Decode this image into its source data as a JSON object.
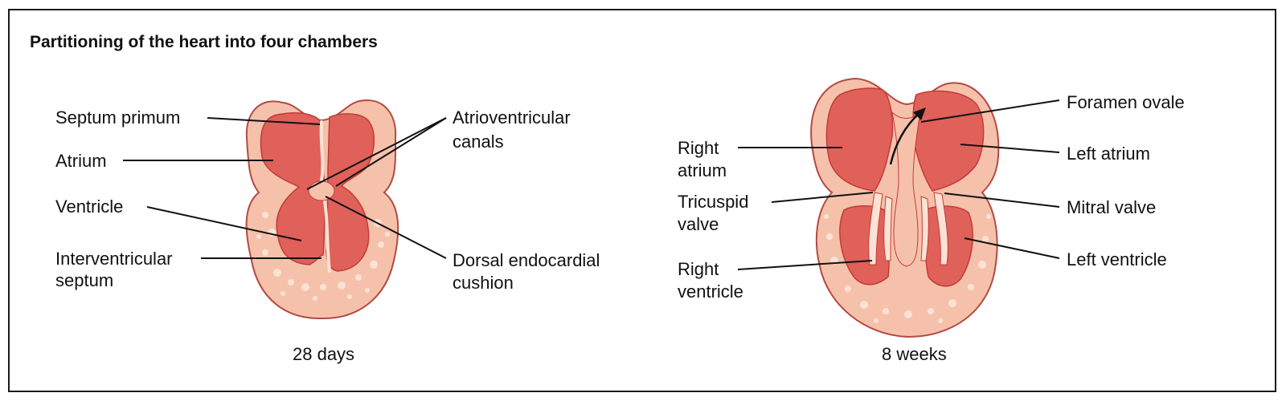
{
  "title": "Partitioning of the heart into four chambers",
  "colors": {
    "tissue": "#f6c1ab",
    "tissue_outline": "#b24a43",
    "chamber": "#e0605a",
    "chamber_dark": "#c23c36",
    "valve": "#fbe2d4",
    "line": "#111111"
  },
  "panel_28_days": {
    "caption": "28 days",
    "labels": {
      "septum_primum": "Septum primum",
      "atrium": "Atrium",
      "ventricle": "Ventricle",
      "interventricular_septum_line1": "Interventricular",
      "interventricular_septum_line2": "septum",
      "av_canals_line1": "Atrioventricular",
      "av_canals_line2": "canals",
      "dorsal_cushion_line1": "Dorsal endocardial",
      "dorsal_cushion_line2": "cushion"
    }
  },
  "panel_8_weeks": {
    "caption": "8 weeks",
    "labels": {
      "right_atrium_line1": "Right",
      "right_atrium_line2": "atrium",
      "tricuspid_line1": "Tricuspid",
      "tricuspid_line2": "valve",
      "right_ventricle_line1": "Right",
      "right_ventricle_line2": "ventricle",
      "foramen_ovale": "Foramen ovale",
      "left_atrium": "Left atrium",
      "mitral_valve": "Mitral valve",
      "left_ventricle": "Left ventricle"
    }
  }
}
